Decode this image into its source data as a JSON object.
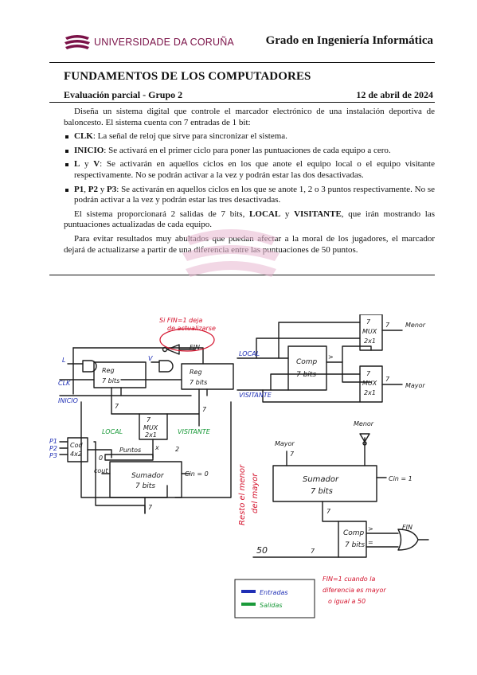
{
  "header": {
    "university": "UNIVERSIDADE DA CORUÑA",
    "degree": "Grado en Ingeniería Informática"
  },
  "course": {
    "title": "FUNDAMENTOS DE LOS COMPUTADORES",
    "exam": "Evaluación parcial - Grupo 2",
    "date": "12 de abril de 2024"
  },
  "statement": {
    "intro": "Diseña un sistema digital que controle el marcador electrónico de una instalación deportiva de baloncesto. El sistema cuenta con 7 entradas de 1 bit:",
    "inputs": [
      {
        "name": "CLK",
        "text": ": La señal de reloj que sirve para sincronizar el sistema."
      },
      {
        "name": "INICIO",
        "text": ": Se activará en el primer ciclo para poner las puntuaciones de cada equipo a cero."
      },
      {
        "name": "L",
        "connector": " y ",
        "name2": "V",
        "text": ": Se activarán en aquellos ciclos en los que anote el equipo local o el equipo visitante respectivamente. No se podrán activar a la vez y podrán estar las dos desactivadas."
      },
      {
        "name": "P1",
        "connector": ", ",
        "name2": "P2",
        "connector2": " y ",
        "name3": "P3",
        "text": ": Se activarán en aquellos ciclos en los que se anote 1, 2 o 3 puntos respectivamente. No se podrán activar a la vez y podrán estar las tres desactivadas."
      }
    ],
    "outputs_pre": "El sistema proporcionará 2 salidas de 7 bits, ",
    "out1": "LOCAL",
    "outputs_mid": " y ",
    "out2": "VISITANTE",
    "outputs_post": ", que irán mostrando las puntuaciones actualizadas de cada equipo.",
    "closing": "Para evitar resultados muy abultados que puedan afectar a la moral de los jugadores, el marcador dejará de actualizarse a partir de una diferencia entre las puntuaciones de 50 puntos."
  },
  "diagram": {
    "left": {
      "note": [
        "Si FIN=1 deja",
        "de actualizarse"
      ],
      "fin": "FIN",
      "L": "L",
      "V": "V",
      "clk": "CLK",
      "inicio": "INICIO",
      "reg1": [
        "Reg",
        "7 bits"
      ],
      "reg2": [
        "Reg",
        "7 bits"
      ],
      "mux": [
        "7",
        "MUX",
        "2x1"
      ],
      "local": "LOCAL",
      "visitante": "VISITANTE",
      "cod": [
        "Cod",
        "4x2"
      ],
      "p": [
        "P1",
        "P2",
        "P3"
      ],
      "puntos": "Puntos",
      "zero": "0",
      "adder": [
        "Sumador",
        "7 bits"
      ],
      "cin": "Cin = 0",
      "cout": "cout",
      "seven": "7",
      "two": "2",
      "x": "x"
    },
    "right": {
      "local": "LOCAL",
      "visitante": "VISITANTE",
      "comp": [
        "Comp",
        "7 bits"
      ],
      "mux_top": [
        "7",
        "MUX",
        "2x1"
      ],
      "mux_bot": [
        "7",
        "MUX",
        "2x1"
      ],
      "menor": "Menor",
      "mayor": "Mayor",
      "seven": "7",
      "gt": ">"
    },
    "lower": {
      "resta": [
        "Resto el menor",
        "del mayor"
      ],
      "menor": "Menor",
      "mayor": "Mayor",
      "adder": [
        "Sumador",
        "7 bits"
      ],
      "cin": "Cin = 1",
      "comp": [
        "Comp",
        "7 bits"
      ],
      "fin": "FIN",
      "fifty": "50",
      "fin_note": [
        "FIN=1 cuando la",
        "diferencia es mayor",
        "o igual a 50"
      ],
      "seven": "7",
      "gt": ">",
      "eq": "="
    },
    "legend": {
      "in": "Entradas",
      "out": "Salidas"
    },
    "colors": {
      "ink": "#1a1a1a",
      "input": "#1f2fb5",
      "output": "#1a9a3a",
      "note": "#d4122c",
      "university": "#7a1147"
    }
  }
}
